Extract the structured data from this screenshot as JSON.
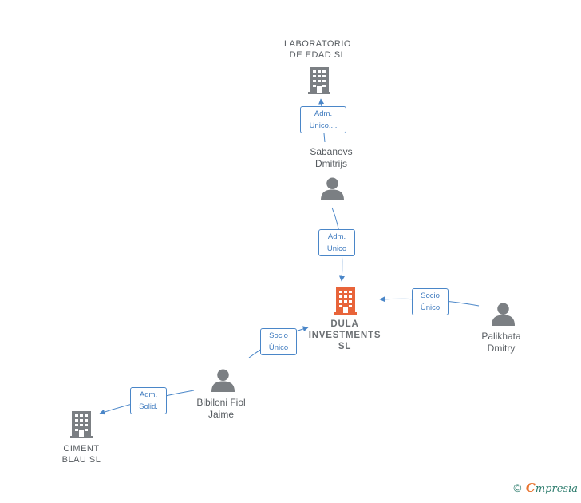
{
  "colors": {
    "edge": "#4a86c8",
    "node": "#7b7f83",
    "focus_node": "#e8643a",
    "label_text": "#555a5f"
  },
  "nodes": {
    "laboratorio": {
      "label": "LABORATORIO\nDE EDAD  SL",
      "type": "company"
    },
    "sabanovs": {
      "label": "Sabanovs\nDmitrijs",
      "type": "person"
    },
    "dula": {
      "label": "DULA\nINVESTMENTS\nSL",
      "type": "company",
      "focus": true
    },
    "palikhata": {
      "label": "Palikhata\nDmitry",
      "type": "person"
    },
    "bibiloni": {
      "label": "Bibiloni Fiol\nJaime",
      "type": "person"
    },
    "ciment": {
      "label": "CIMENT\nBLAU  SL",
      "type": "company"
    }
  },
  "edges": [
    {
      "from": "sabanovs",
      "to": "laboratorio",
      "label": "Adm.\nUnico,..."
    },
    {
      "from": "sabanovs",
      "to": "dula",
      "label": "Adm.\nUnico"
    },
    {
      "from": "palikhata",
      "to": "dula",
      "label": "Socio\nÚnico"
    },
    {
      "from": "bibiloni",
      "to": "dula",
      "label": "Socio\nÚnico"
    },
    {
      "from": "bibiloni",
      "to": "ciment",
      "label": "Adm.\nSolid."
    }
  ],
  "brand": {
    "copyright": "©",
    "initial": "C",
    "rest": "mpresia"
  }
}
